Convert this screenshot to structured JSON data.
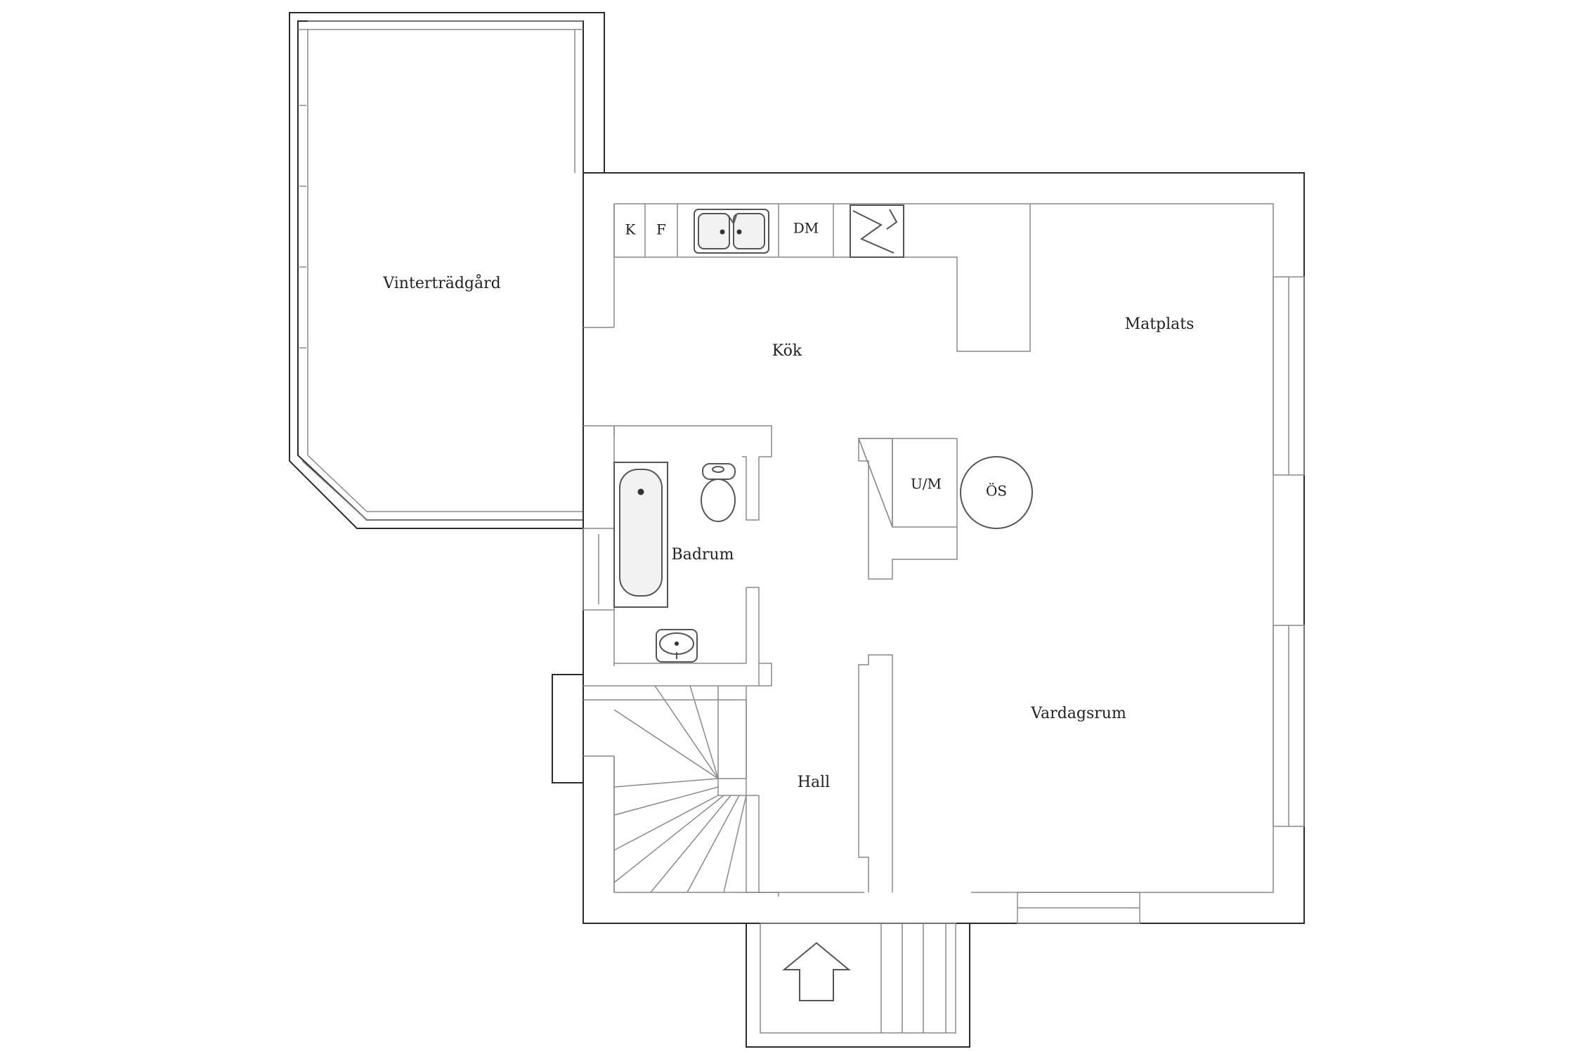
{
  "rooms": {
    "vinterträdgård": "Vinterträdgård",
    "kök": "Kök",
    "matplats": "Matplats",
    "badrum": "Badrum",
    "hall": "Hall",
    "vardagsrum": "Vardagsrum"
  },
  "fixtures": {
    "k": "K",
    "f": "F",
    "dm": "DM",
    "um": "U/M",
    "ös": "ÖS"
  },
  "icons": {
    "entrance": "arrow-up-icon",
    "stove": "stove-icon",
    "sink": "kitchen-sink-icon",
    "bathtub": "bathtub-icon",
    "toilet": "toilet-icon",
    "washbasin": "washbasin-icon",
    "staircase": "staircase-icon"
  },
  "colors": {
    "wall": "#2b2b2b",
    "line": "#8a8a8a",
    "background": "#ffffff"
  }
}
